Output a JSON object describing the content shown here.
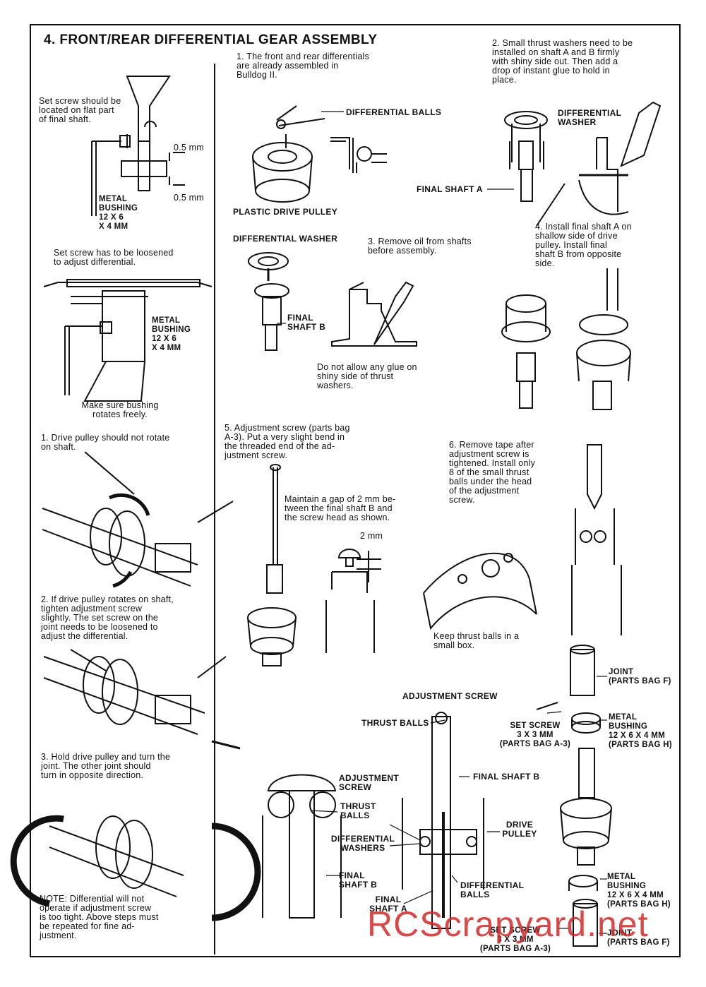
{
  "title": "4.  FRONT/REAR DIFFERENTIAL GEAR ASSEMBLY",
  "left": {
    "setscrew_note": "Set screw should be\nlocated on flat part\nof final shaft.",
    "gap1": "0.5 mm",
    "gap2": "0.5 mm",
    "bushing1": "METAL\nBUSHING\n12 x 6\nx 4 mm",
    "loosen_note": "Set screw has to be loosened\nto adjust differential.",
    "bushing2": "METAL\nBUSHING\n12 x 6\nx 4 mm",
    "bushing_note": "Make sure bushing\nrotates freely.",
    "step1": "1.  Drive pulley should not rotate\n     on shaft.",
    "step2": "2.  If drive pulley rotates on shaft,\n     tighten  adjustment  screw\n     slightly.  The set screw on the\n     joint needs to be loosened to\n     adjust the differential.",
    "step3": "3.  Hold drive pulley and turn the\n     joint.  The other joint should\n     turn in opposite direction.",
    "note": "NOTE:  Differential will not\noperate if adjustment screw\nis too tight.  Above steps must\nbe  repeated  for  fine  ad-\njustment."
  },
  "middle": {
    "step1": "1.  The front and rear differentials\n     are  already  assembled  in\n     Bulldog II.",
    "diff_balls": "DIFFERENTIAL  BALLS",
    "plastic_pulley": "PLASTIC DRIVE PULLEY",
    "diff_washer": "DIFFERENTIAL WASHER",
    "step3": "3.  Remove oil from shafts\n     before assembly.",
    "final_shaft_b": "FINAL\nSHAFT B",
    "glue_note": "Do not allow any glue on\nshiny  side  of  thrust\nwashers.",
    "step5": "5.  Adjustment screw (parts bag\n     A-3).  Put a very slight bend in\n     the threaded end of the ad-\n     justment screw.",
    "gap_note": "Maintain a gap of 2 mm be-\ntween the final shaft B and\nthe screw head as shown.",
    "gap_2mm": "2 mm"
  },
  "right": {
    "step2": "2.  Small thrust washers need to be\n     installed on shaft A and B firmly\n     with shiny side out.  Then add a\n     drop of instant glue to hold in\n     place.",
    "diff_washer": "DIFFERENTIAL\nWASHER",
    "final_shaft_a": "FINAL SHAFT A",
    "step4": "4.  Install final shaft A on\n     shallow side of drive\n     pulley.  Install  final\n     shaft B from opposite\n     side.",
    "step6": "6.  Remove  tape  after\n     adjustment  screw  is\n     tightened.  Install only\n     8 of the small thrust\n     balls under the head\n     of   the   adjustment\n     screw.",
    "keep_balls": "Keep thrust balls in a\nsmall box.",
    "joint1": "JOINT\n(parts bag F)",
    "set_screw1": "SET SCREW\n3 x 3 mm\n(parts bag A-3)",
    "metal_bushing1": "METAL\nBUSHING\n12 x 6 x 4 mm\n(parts bag H)",
    "metal_bushing2": "METAL\nBUSHING\n12 x 6 x 4 mm\n(parts bag H)",
    "joint2": "JOINT\n(parts bag F)",
    "set_screw2": "SET SCREW\n3 x 3 MM\n(parts bag A-3)"
  },
  "section": {
    "adjustment_screw_top": "ADJUSTMENT SCREW",
    "thrust_balls_top": "THRUST BALLS",
    "adjustment_screw": "ADJUSTMENT\nSCREW",
    "thrust_balls": "THRUST\nBALLS",
    "diff_washers": "DIFFERENTIAL\nWASHERS",
    "final_shaft_b": "FINAL SHAFT B",
    "drive_pulley": "DRIVE\nPULLEY",
    "final_shaft_b2": "FINAL\nSHAFT B",
    "diff_balls": "DIFFERENTIAL\nBALLS",
    "final_shaft_a": "FINAL\nSHAFT A"
  },
  "watermark": "RCScrapyard.net"
}
